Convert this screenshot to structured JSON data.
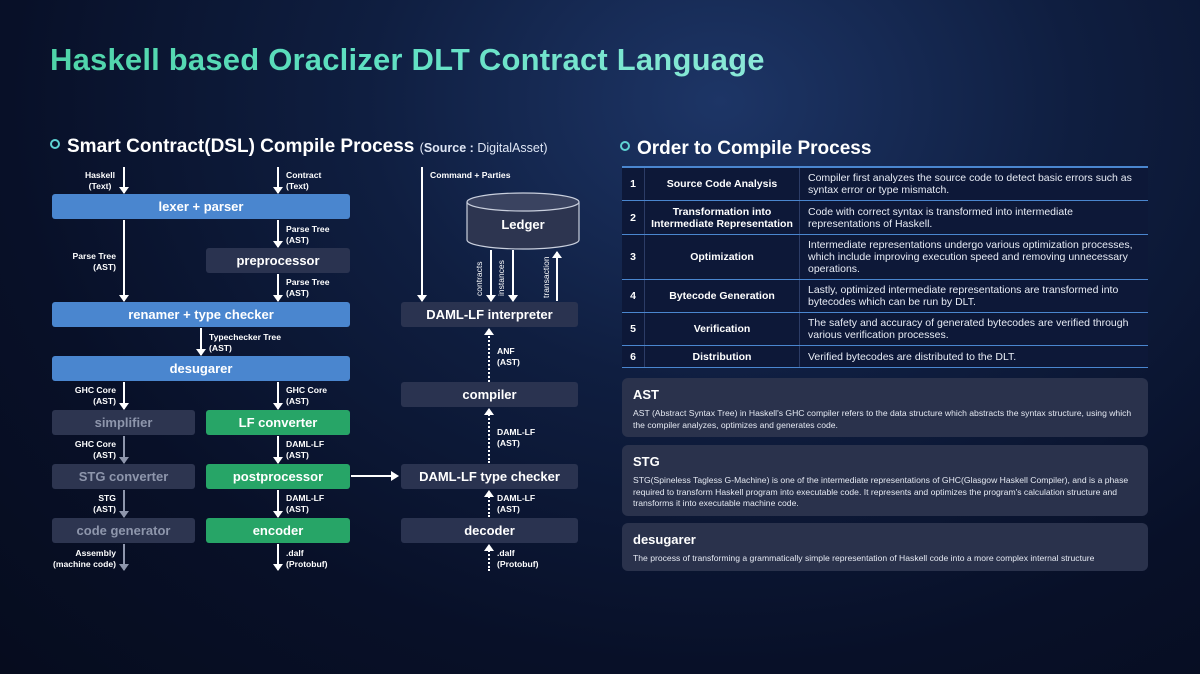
{
  "title": "Haskell based Oraclizer DLT Contract Language",
  "left_section": {
    "title": "Smart Contract(DSL) Compile Process",
    "source_label": "Source :",
    "source_value": "DigitalAsset",
    "open_paren": "(",
    "close_paren": ")"
  },
  "diagram": {
    "inputs": {
      "haskell": [
        "Haskell",
        "(Text)"
      ],
      "contract": [
        "Contract",
        "(Text)"
      ],
      "command": "Command + Parties"
    },
    "boxes": {
      "lexer_parser": "lexer + parser",
      "preprocessor": "preprocessor",
      "renamer": "renamer + type checker",
      "desugarer": "desugarer",
      "simplifier": "simplifier",
      "lf_converter": "LF converter",
      "stg_converter": "STG converter",
      "postprocessor": "postprocessor",
      "code_generator": "code generator",
      "encoder": "encoder",
      "ledger": "Ledger",
      "daml_interpreter": "DAML-LF interpreter",
      "compiler": "compiler",
      "daml_type_checker": "DAML-LF type checker",
      "decoder": "decoder"
    },
    "labels": {
      "parse_tree_1": [
        "Parse Tree",
        "(AST)"
      ],
      "parse_tree_2": [
        "Parse Tree",
        "(AST)"
      ],
      "parse_tree_3": [
        "Parse Tree",
        "(AST)"
      ],
      "typechecker_tree": [
        "Typechecker Tree",
        "(AST)"
      ],
      "ghc_core_1": [
        "GHC Core",
        "(AST)"
      ],
      "ghc_core_2": [
        "GHC Core",
        "(AST)"
      ],
      "ghc_core_3": [
        "GHC Core",
        "(AST)"
      ],
      "daml_lf_1": [
        "DAML-LF",
        "(AST)"
      ],
      "stg": [
        "STG",
        "(AST)"
      ],
      "daml_lf_2": [
        "DAML-LF",
        "(AST)"
      ],
      "assembly": [
        "Assembly",
        "(machine code)"
      ],
      "dalf_1": [
        ".dalf",
        "(Protobuf)"
      ],
      "anf": [
        "ANF",
        "(AST)"
      ],
      "daml_lf_3": [
        "DAML-LF",
        "(AST)"
      ],
      "daml_lf_4": [
        "DAML-LF",
        "(AST)"
      ],
      "dalf_2": [
        ".dalf",
        "(Protobuf)"
      ],
      "contracts": "contracts",
      "instances": "instances",
      "transaction": "transaction"
    }
  },
  "right_section": {
    "title": "Order to Compile Process",
    "rows": [
      {
        "num": "1",
        "step": "Source Code Analysis",
        "desc": "Compiler first analyzes the source code to detect basic errors such as syntax error or type mismatch."
      },
      {
        "num": "2",
        "step": "Transformation into Intermediate Representation",
        "desc": "Code with correct syntax is transformed into intermediate representations of Haskell."
      },
      {
        "num": "3",
        "step": "Optimization",
        "desc": "Intermediate representations undergo various optimization processes, which include improving execution speed and removing unnecessary operations."
      },
      {
        "num": "4",
        "step": "Bytecode Generation",
        "desc": "Lastly, optimized intermediate representations are transformed into bytecodes which can be run by DLT."
      },
      {
        "num": "5",
        "step": "Verification",
        "desc": "The safety and accuracy of generated bytecodes are verified through various verification processes."
      },
      {
        "num": "6",
        "step": "Distribution",
        "desc": "Verified bytecodes are distributed to the DLT."
      }
    ],
    "cards": [
      {
        "title": "AST",
        "text": "AST (Abstract Syntax Tree) in Haskell's GHC compiler refers to the data structure which abstracts the syntax structure, using which the compiler analyzes, optimizes and generates code."
      },
      {
        "title": "STG",
        "text": "STG(Spineless Tagless G-Machine) is one of the intermediate representations of  GHC(Glasgow Haskell Compiler), and is a phase required to transform Haskell program into executable code. It represents and optimizes the program's calculation structure and transforms it into executable machine code."
      },
      {
        "title": "desugarer",
        "text": "The process of transforming a grammatically simple representation of Haskell code into a more complex internal structure"
      }
    ]
  }
}
